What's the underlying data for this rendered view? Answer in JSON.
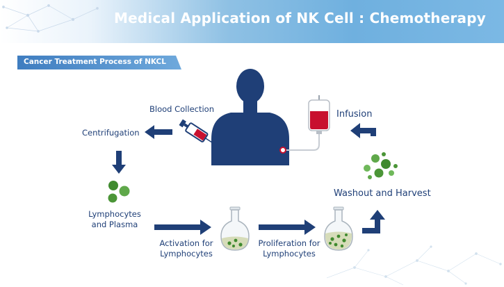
{
  "header": {
    "title": "Medical Application of NK Cell : Chemotherapy"
  },
  "badge": {
    "label": "Cancer Treatment Process of NKCL"
  },
  "steps": {
    "blood_collection": "Blood Collection",
    "centrifugation": "Centrifugation",
    "lymphocytes_line1": "Lymphocytes",
    "lymphocytes_line2": "and Plasma",
    "activation_line1": "Activation for",
    "activation_line2": "Lymphocytes",
    "proliferation_line1": "Proliferation for",
    "proliferation_line2": "Lymphocytes",
    "washout": "Washout and Harvest",
    "infusion": "Infusion"
  },
  "colors": {
    "navy": "#1f3f77",
    "blood_red": "#c8102e",
    "cell_green": "#3f8a2e",
    "header_blue": "#6fb0df",
    "badge_blue": "#4a86c5"
  }
}
